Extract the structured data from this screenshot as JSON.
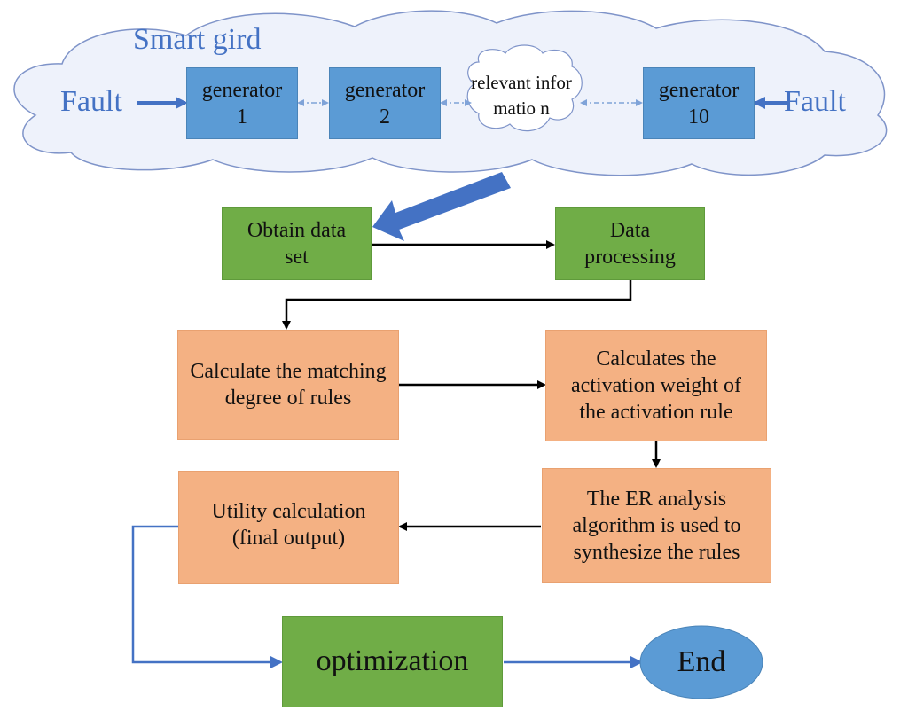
{
  "smart_grid": {
    "label": "Smart gird"
  },
  "fault_left": "Fault",
  "fault_right": "Fault",
  "generators": [
    {
      "label": "generator 1"
    },
    {
      "label": "generator 2"
    },
    {
      "label": "generator 10"
    }
  ],
  "relevant_info": "relevant informatio n",
  "steps": {
    "obtain": "Obtain data set",
    "processing": "Data processing",
    "matching": "Calculate the matching degree of rules",
    "activation": "Calculates the activation weight of the activation rule",
    "er": "The ER analysis algorithm is used to synthesize the rules",
    "utility": "Utility calculation (final output)",
    "optimization": "optimization",
    "end": "End"
  },
  "colors": {
    "generator": "#5b9bd5",
    "green": "#70ad47",
    "orange": "#f4b183",
    "end": "#5b9bd5",
    "accent_text": "#4472c4",
    "cloud_fill": "#eef2fb",
    "cloud_stroke": "#7f94c9"
  }
}
